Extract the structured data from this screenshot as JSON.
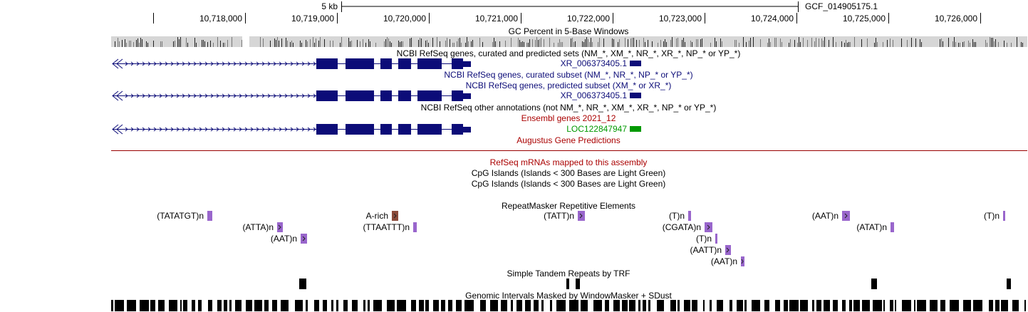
{
  "browser": {
    "scale": {
      "label": "5 kb",
      "assembly": "GCF_014905175.1"
    },
    "ruler": {
      "ticks": [
        "10,718,000",
        "10,719,000",
        "10,720,000",
        "10,721,000",
        "10,722,000",
        "10,723,000",
        "10,724,000",
        "10,725,000",
        "10,726,000"
      ]
    },
    "colors": {
      "gene_navy": "#0c0c78",
      "ensembl_red": "#aa0000",
      "ensembl_green": "#009900",
      "repeat_purple": "#9966cc",
      "arich_brown": "#8b4a3a",
      "divider": "#990000"
    },
    "tracks": {
      "gc_percent": "GC Percent in 5-Base Windows",
      "refseq_all": "NCBI RefSeq genes, curated and predicted sets (NM_*, XM_*, NR_*, XR_*, NP_* or YP_*)",
      "refseq_all_item": "XR_006373405.1",
      "refseq_curated": "NCBI RefSeq genes, curated subset (NM_*, NR_*, NP_* or YP_*)",
      "refseq_predicted": "NCBI RefSeq genes, predicted subset (XM_* or XR_*)",
      "refseq_predicted_item": "XR_006373405.1",
      "refseq_other": "NCBI RefSeq other annotations (not NM_*, NR_*, XM_*, XR_*, NP_* or YP_*)",
      "ensembl": "Ensembl genes 2021_12",
      "ensembl_item": "LOC122847947",
      "augustus": "Augustus Gene Predictions",
      "refseq_mrna": "RefSeq mRNAs mapped to this assembly",
      "cpg1": "CpG Islands (Islands < 300 Bases are Light Green)",
      "cpg2": "CpG Islands (Islands < 300 Bases are Light Green)",
      "repeatmasker": "RepeatMasker Repetitive Elements",
      "trf": "Simple Tandem Repeats by TRF",
      "windowmasker": "Genomic Intervals Masked by WindowMasker + SDust"
    },
    "repeats": [
      {
        "label": "(TATATGT)n"
      },
      {
        "label": "(ATTA)n"
      },
      {
        "label": "(AAT)n"
      },
      {
        "label": "A-rich"
      },
      {
        "label": "(TTAATTT)n"
      },
      {
        "label": "(TATT)n"
      },
      {
        "label": "(T)n"
      },
      {
        "label": "(CGATA)n"
      },
      {
        "label": "(T)n"
      },
      {
        "label": "(AATT)n"
      },
      {
        "label": "(AAT)n"
      },
      {
        "label": "(AAT)n"
      },
      {
        "label": "(ATAT)n"
      },
      {
        "label": "(T)n"
      }
    ]
  }
}
